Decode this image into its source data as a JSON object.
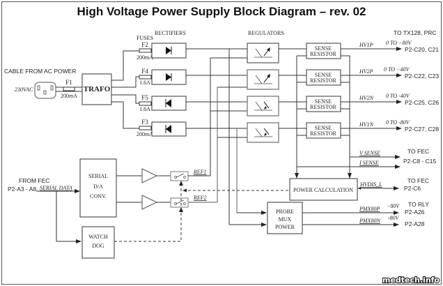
{
  "title": "High Voltage Power Supply Block Diagram – rev. 02",
  "watermark": "medtech.info",
  "input": {
    "cable_label": "CABLE FROM AC POWER",
    "voltage": "230VAC",
    "fuse_name": "F1",
    "fuse_rating": "200mA"
  },
  "trafo_label": "TRAFO",
  "section_labels": {
    "fuses": "FUSES",
    "rectifiers": "RECTIFIERS",
    "regulators": "REGULATORS",
    "to_tx": "TO TX128, PRC"
  },
  "channels": [
    {
      "fuse": "F2",
      "rating": "200mA",
      "diode": "forward",
      "sense": [
        "SENSE",
        "RESISTOR"
      ],
      "signal": "HV1P",
      "range": "0 TO −80V",
      "pins": "P2-C20, C21"
    },
    {
      "fuse": "F4",
      "rating": "1.6A",
      "diode": "forward",
      "sense": [
        "SENSE",
        "RESISTOR"
      ],
      "signal": "HV2P",
      "range": "0 TO −40V",
      "pins": "P2-C22, C23"
    },
    {
      "fuse": "F5",
      "rating": "1.6A",
      "diode": "reverse",
      "sense": [
        "SENSE",
        "RESISTOR"
      ],
      "signal": "HV2N",
      "range": "0 TO -40V",
      "pins": "P2-C25, C26"
    },
    {
      "fuse": "F3",
      "rating": "200mA",
      "diode": "reverse",
      "sense": [
        "SENSE",
        "RESISTOR"
      ],
      "signal": "HV1N",
      "range": "0 TO -80V",
      "pins": "P2-C27, C28"
    }
  ],
  "fec_input": {
    "from": "FROM FEC",
    "pins": "P2-A3 - A8",
    "signal": "SERIAL DATA"
  },
  "dac": {
    "lines": [
      "SERIAL",
      "D/A",
      "CONV."
    ]
  },
  "watchdog": {
    "lines": [
      "WATCH",
      "DOG"
    ]
  },
  "refs": {
    "ref1": "REF1",
    "ref2": "REF2"
  },
  "sense_out": {
    "v_sense": "V SENSE",
    "i_sense": "I SENSE",
    "to": "TO FEC",
    "pins": "P2-C8 - C15"
  },
  "power_calc": {
    "label": "POWER CALCULATION",
    "signal": "HVDIS_L",
    "to": "TO FEC",
    "pins": "P2-C6"
  },
  "probe_mux": {
    "lines": [
      "PROBE",
      "MUX",
      "POWER"
    ],
    "to": "TO RLY",
    "outputs": [
      {
        "signal": "PMX80P",
        "voltage": "−80V",
        "pin": "P2-A26"
      },
      {
        "signal": "PMX80N",
        "voltage": "-80V",
        "pin": "P2-A28"
      }
    ]
  }
}
